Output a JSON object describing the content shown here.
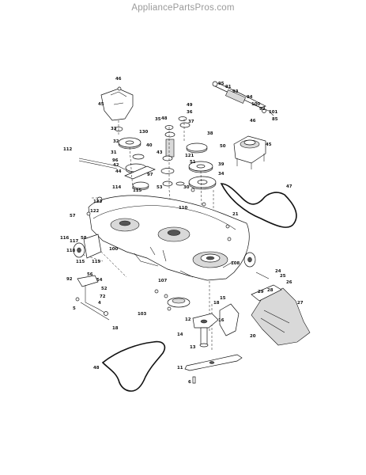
{
  "site": {
    "title": "AppliancePartsPros.com"
  },
  "diagram": {
    "callouts": [
      "46",
      "45",
      "95",
      "91",
      "93",
      "94",
      "100",
      "92",
      "101",
      "85",
      "49",
      "36",
      "130",
      "35",
      "33",
      "37",
      "48",
      "38",
      "50",
      "46",
      "45",
      "32",
      "40",
      "31",
      "43",
      "42",
      "97",
      "53",
      "39",
      "112",
      "121",
      "51",
      "34",
      "30",
      "96",
      "44",
      "114",
      "123",
      "47",
      "115",
      "110",
      "21",
      "122",
      "57",
      "58",
      "116",
      "117",
      "118",
      "115",
      "119",
      "100",
      "108",
      "92",
      "54",
      "56",
      "52",
      "5",
      "4",
      "18",
      "72",
      "107",
      "24",
      "25",
      "26",
      "29",
      "28",
      "27",
      "103",
      "12",
      "18",
      "15",
      "14",
      "16",
      "20",
      "13",
      "11",
      "48",
      "6"
    ]
  }
}
